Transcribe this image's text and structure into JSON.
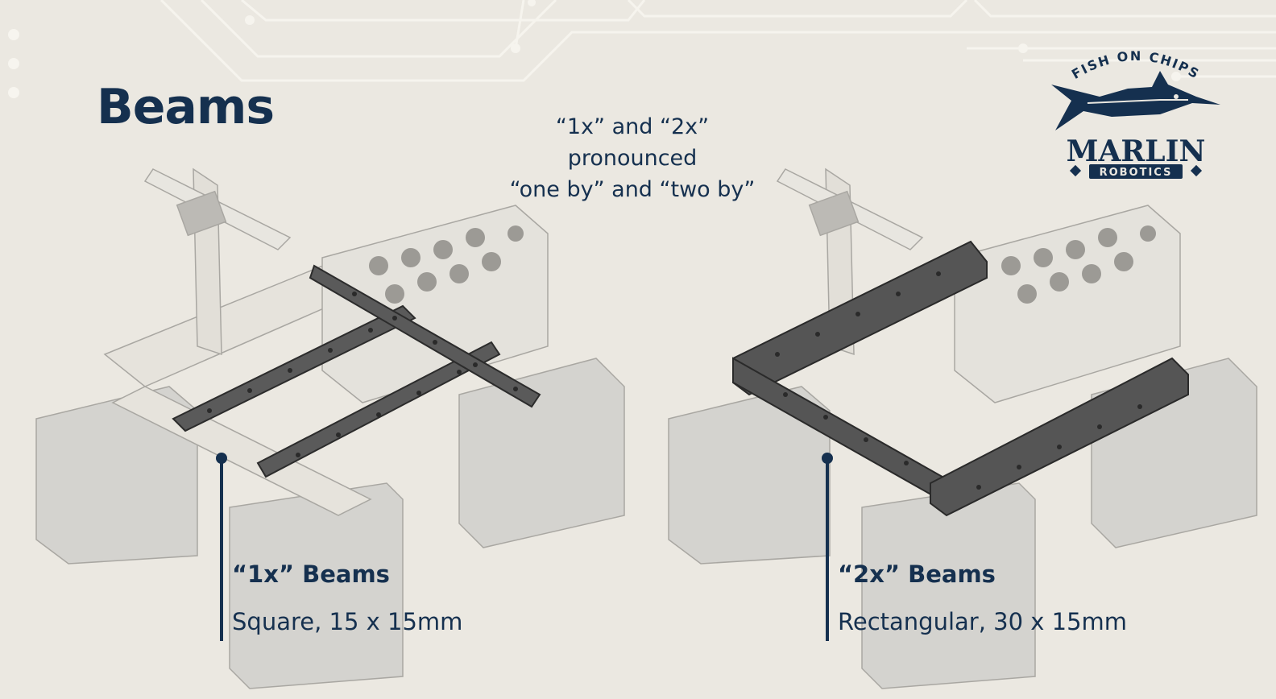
{
  "slide": {
    "title": "Beams",
    "note": [
      "“1x” and “2x”",
      "pronounced",
      "“one by” and “two by”"
    ]
  },
  "left_callout": {
    "heading": "“1x” Beams",
    "detail": "Square, 15 x 15mm"
  },
  "right_callout": {
    "heading": "“2x” Beams",
    "detail": "Rectangular, 30 x 15mm"
  },
  "logo": {
    "top_text": "FISH ON CHIPS",
    "name": "MARLIN",
    "sub": "ROBOTICS"
  },
  "colors": {
    "navy": "#15304f",
    "background": "#ebe8e1",
    "beam_dark": "#555555",
    "part_light": "#dcdad5"
  }
}
